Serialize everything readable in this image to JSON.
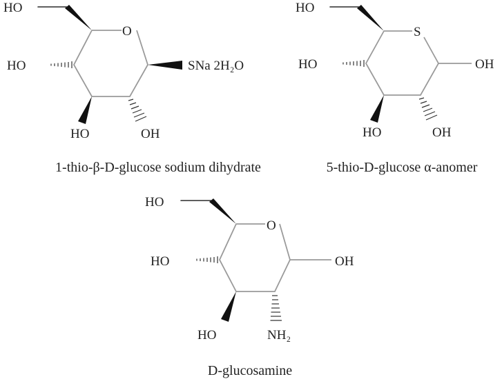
{
  "molecules": [
    {
      "caption": "1-thio-β-D-glucose sodium dihydrate",
      "labels": {
        "c6_oh": "HO",
        "ring_o": "O",
        "c4_oh": "HO",
        "c3_oh": "HO",
        "c2_oh": "OH",
        "c1_sub": "SNa 2H₂O"
      }
    },
    {
      "caption": "5-thio-D-glucose α-anomer",
      "labels": {
        "c6_oh": "HO",
        "ring_s": "S",
        "c4_oh": "HO",
        "c3_oh": "HO",
        "c2_oh": "OH",
        "c1_oh": "OH"
      }
    },
    {
      "caption": "D-glucosamine",
      "labels": {
        "c6_oh": "HO",
        "ring_o": "O",
        "c4_oh": "HO",
        "c3_oh": "HO",
        "c2_nh2": "NH₂",
        "c1_oh": "OH"
      }
    }
  ]
}
